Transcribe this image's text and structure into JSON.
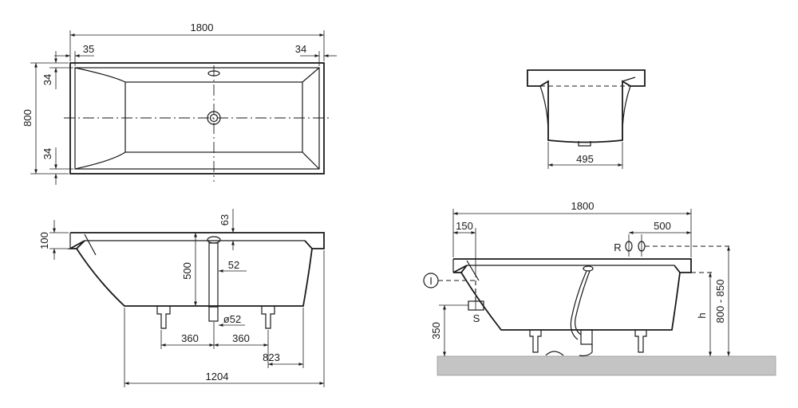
{
  "views": {
    "top": {
      "total_length": "1800",
      "rim_left": "35",
      "rim_right": "34",
      "total_width": "800",
      "rim_top": "34",
      "rim_bottom": "34"
    },
    "end": {
      "bottom_width": "495"
    },
    "side": {
      "rim_height": "100",
      "overflow_offset": "63",
      "inner_depth": "500",
      "overflow_dia_dim": "52",
      "waste_dia": "ø52",
      "leg_left": "360",
      "leg_right": "360",
      "leg_to_end": "823",
      "base_length": "1204"
    },
    "install": {
      "total_length": "1800",
      "offset_left": "150",
      "offset_right": "500",
      "fittings_label": "R",
      "height_range": "800 - 850",
      "height_label": "h",
      "supply_height": "350",
      "supply_marker": "I",
      "supply_label": "S"
    }
  }
}
